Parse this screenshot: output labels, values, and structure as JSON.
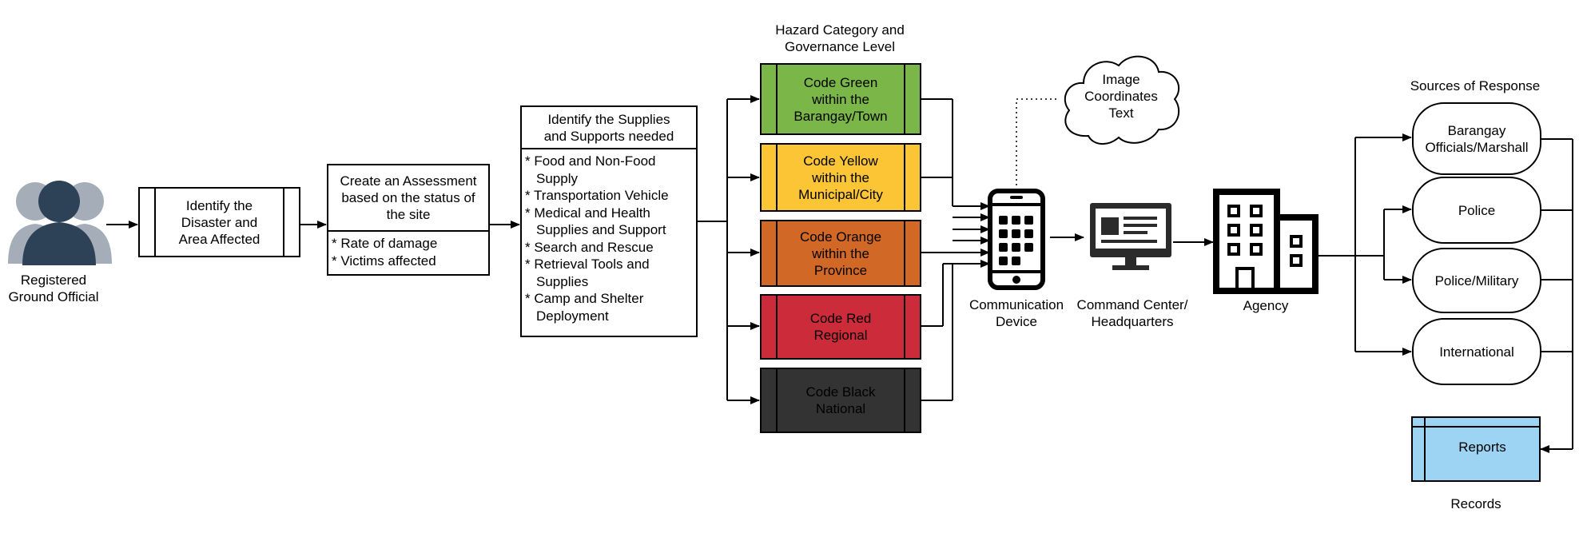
{
  "actor": {
    "label": "Registered\nGround Official",
    "icon": "user-group-icon"
  },
  "step1": {
    "label": "Identify the\nDisaster and\nArea Affected"
  },
  "step2": {
    "title": "Create an Assessment\nbased on the status of\nthe site",
    "items": [
      "* Rate of damage",
      "* Victims affected"
    ]
  },
  "step3": {
    "title": "Identify the Supplies\nand Supports needed",
    "items": [
      "* Food and Non-Food Supply",
      "* Transportation Vehicle",
      "* Medical and Health Supplies and Support",
      "* Search and Rescue",
      "* Retrieval Tools and Supplies",
      "* Camp and Shelter Deployment"
    ]
  },
  "hazard": {
    "heading": "Hazard Category and\nGovernance Level",
    "codes": [
      {
        "label": "Code Green\nwithin the\nBarangay/Town",
        "color": "#7ab648"
      },
      {
        "label": "Code Yellow\nwithin the\nMunicipal/City",
        "color": "#fbc536"
      },
      {
        "label": "Code Orange\nwithin the\nProvince",
        "color": "#d26825"
      },
      {
        "label": "Code Red\nRegional",
        "color": "#cc2c3a"
      },
      {
        "label": "Code Black\nNational",
        "color": "#333333"
      }
    ]
  },
  "cloud": {
    "label": "Image\nCoordinates\nText"
  },
  "device": {
    "label": "Communication\nDevice",
    "icon": "smartphone-icon"
  },
  "command": {
    "label": "Command Center/\nHeadquarters",
    "icon": "monitor-icon"
  },
  "agency": {
    "label": "Agency",
    "icon": "building-icon"
  },
  "sources": {
    "heading": "Sources of Response",
    "items": [
      "Barangay\nOfficials/Marshall",
      "Police",
      "Police/Military",
      "International"
    ]
  },
  "records": {
    "heading": "Records",
    "box_label": "Reports",
    "color": "#9dd4f3"
  }
}
